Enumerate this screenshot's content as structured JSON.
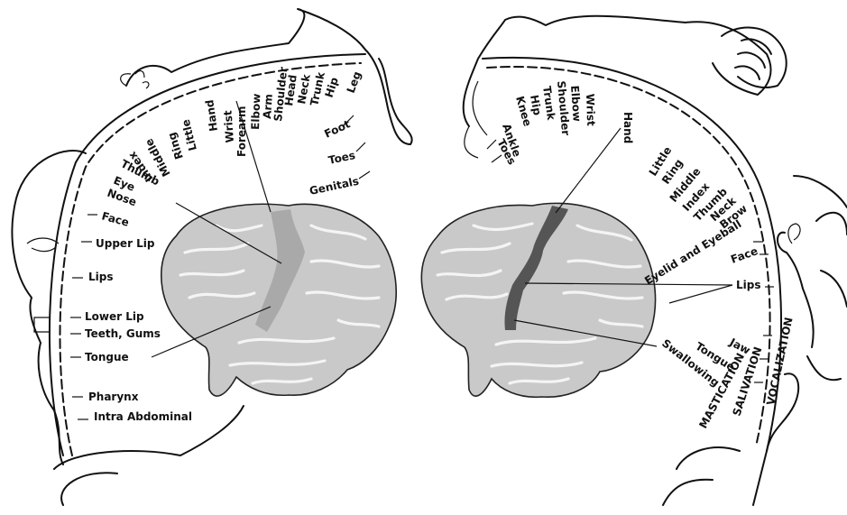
{
  "sensory": {
    "labels": [
      "Genitals",
      "Toes",
      "Foot",
      "Leg",
      "Hip",
      "Trunk",
      "Neck",
      "Head",
      "Shoulder",
      "Arm",
      "Elbow",
      "Forearm",
      "Wrist",
      "Hand",
      "Little",
      "Ring",
      "Middle",
      "Index",
      "Thumb",
      "Eye",
      "Nose",
      "Face",
      "Upper Lip",
      "Lips",
      "Lower Lip",
      "Teeth, Gums",
      "Tongue",
      "Pharynx",
      "Intra Abdominal"
    ]
  },
  "motor": {
    "labels": [
      "Toes",
      "Ankle",
      "Knee",
      "Hip",
      "Trunk",
      "Shoulder",
      "Elbow",
      "Wrist",
      "Hand",
      "Little",
      "Ring",
      "Middle",
      "Index",
      "Thumb",
      "Neck",
      "Brow",
      "Eyelid and Eyeball",
      "Face",
      "Lips",
      "Jaw",
      "Tongue",
      "Swallowing",
      "MASTICATION",
      "SALIVATION",
      "VOCALIZATION"
    ]
  },
  "colors": {
    "sensory_strip": "#a9a9a9",
    "motor_strip": "#555555",
    "brain_fill": "#c9c9c9"
  }
}
